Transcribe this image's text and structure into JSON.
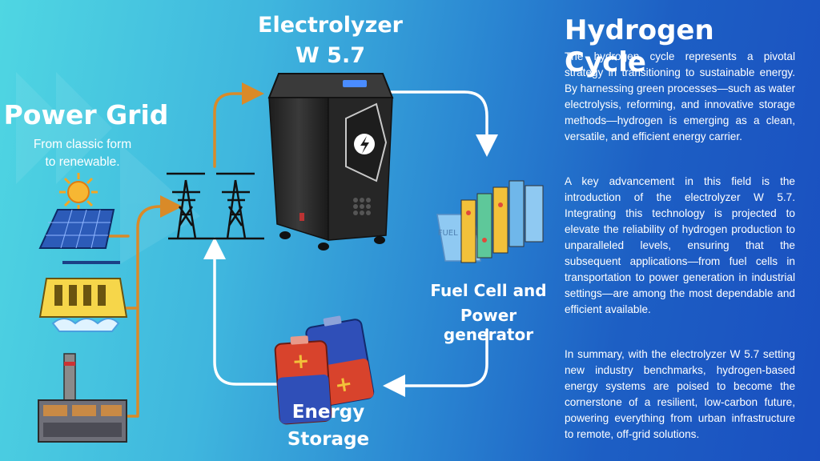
{
  "power_grid": {
    "title": "Power Grid",
    "subtitle_l1": "From classic form",
    "subtitle_l2": "to renewable."
  },
  "electrolyzer": {
    "line1": "Electrolyzer",
    "line2": "W 5.7"
  },
  "fuel_cell": {
    "line1": "Fuel Cell and",
    "line2": "Power generator",
    "box_label": "FUEL CELL"
  },
  "energy_storage": {
    "line1": "Energy",
    "line2": "Storage"
  },
  "hydrogen_cycle": {
    "title": "Hydrogen Cycle",
    "paragraphs": [
      "The hydrogen cycle represents a pivotal strategy in transitioning to sustainable energy. By harnessing green processes—such as water electrolysis, reforming, and innovative storage methods—hydrogen is emerging as a clean, versatile, and efficient energy carrier.",
      "A key advancement in this field is the introduction of the electrolyzer W 5.7. Integrating this technology is projected to elevate the reliability of hydrogen production to unparalleled levels, ensuring that the subsequent applications—from fuel cells in transportation to power generation in industrial settings—are among the most dependable and efficient available.",
      "In summary, with the electrolyzer W 5.7 setting new industry benchmarks, hydrogen-based energy systems are poised to become the cornerstone of a resilient, low-carbon future, powering everything from urban infrastructure to remote, off-grid solutions."
    ]
  },
  "colors": {
    "orange_line": "#d98a28",
    "white_line": "#ffffff",
    "machine": "#2b2b2b"
  },
  "icons": [
    "sun-icon",
    "solar-panel-icon",
    "hydro-dam-icon",
    "power-plant-icon",
    "transmission-tower-icon",
    "electrolyzer-machine",
    "fuel-cell-icon",
    "battery-icon"
  ]
}
